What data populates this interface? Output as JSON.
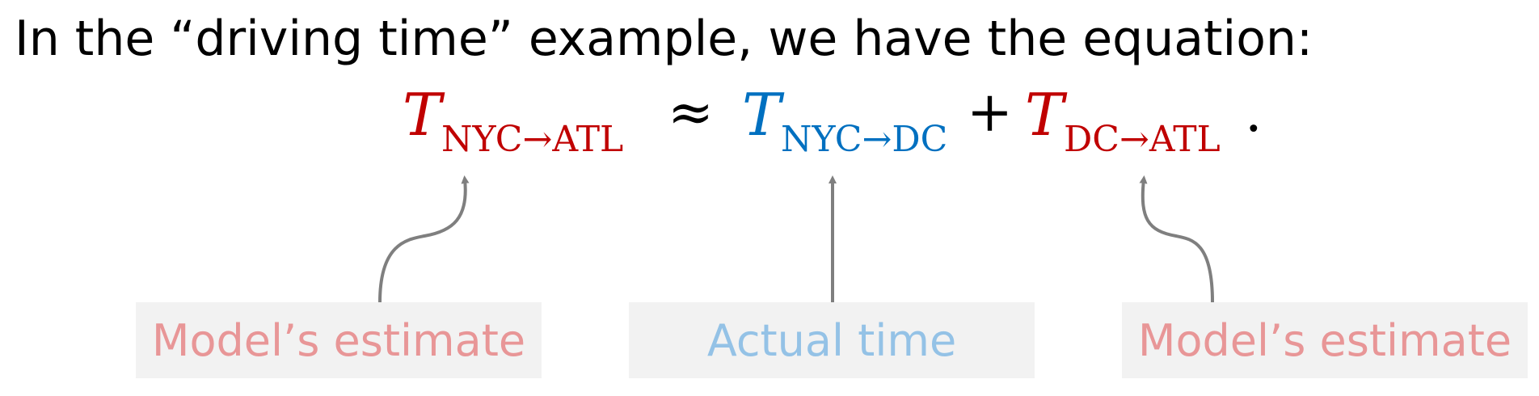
{
  "heading": "In the “driving time” example, we have the equation:",
  "equation": {
    "term1": {
      "var": "T",
      "sub": "NYC→ATL"
    },
    "approx": "≈",
    "term2": {
      "var": "T",
      "sub": "NYC→DC"
    },
    "plus": "+",
    "term3": {
      "var": "T",
      "sub": "DC→ATL"
    },
    "period": "."
  },
  "labels": {
    "left": "Model’s estimate",
    "middle": "Actual time",
    "right": "Model’s estimate"
  },
  "colors": {
    "estimate": "#c00000",
    "actual": "#0070c0",
    "estimate_label": "#e89697",
    "actual_label": "#94c2e6",
    "arrow": "#7f7f7f",
    "label_box": "#f2f2f2"
  }
}
